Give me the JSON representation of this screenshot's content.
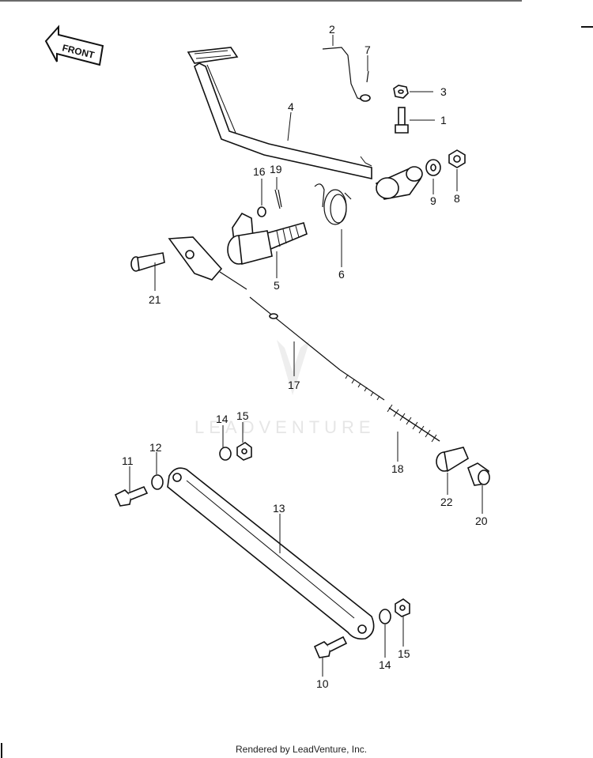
{
  "front_arrow": {
    "text": "FRONT"
  },
  "watermark": {
    "text": "LEADVENTURE"
  },
  "footer": {
    "text": "Rendered by LeadVenture, Inc."
  },
  "callouts": [
    {
      "id": "c1",
      "text": "1"
    },
    {
      "id": "c2",
      "text": "2"
    },
    {
      "id": "c3",
      "text": "3"
    },
    {
      "id": "c4",
      "text": "4"
    },
    {
      "id": "c5",
      "text": "5"
    },
    {
      "id": "c6",
      "text": "6"
    },
    {
      "id": "c7",
      "text": "7"
    },
    {
      "id": "c8",
      "text": "8"
    },
    {
      "id": "c9",
      "text": "9"
    },
    {
      "id": "c10",
      "text": "10"
    },
    {
      "id": "c11",
      "text": "11"
    },
    {
      "id": "c12",
      "text": "12"
    },
    {
      "id": "c13",
      "text": "13"
    },
    {
      "id": "c14a",
      "text": "14"
    },
    {
      "id": "c14b",
      "text": "14"
    },
    {
      "id": "c15a",
      "text": "15"
    },
    {
      "id": "c15b",
      "text": "15"
    },
    {
      "id": "c16",
      "text": "16"
    },
    {
      "id": "c17",
      "text": "17"
    },
    {
      "id": "c18",
      "text": "18"
    },
    {
      "id": "c19",
      "text": "19"
    },
    {
      "id": "c20",
      "text": "20"
    },
    {
      "id": "c21",
      "text": "21"
    },
    {
      "id": "c22",
      "text": "22"
    }
  ]
}
